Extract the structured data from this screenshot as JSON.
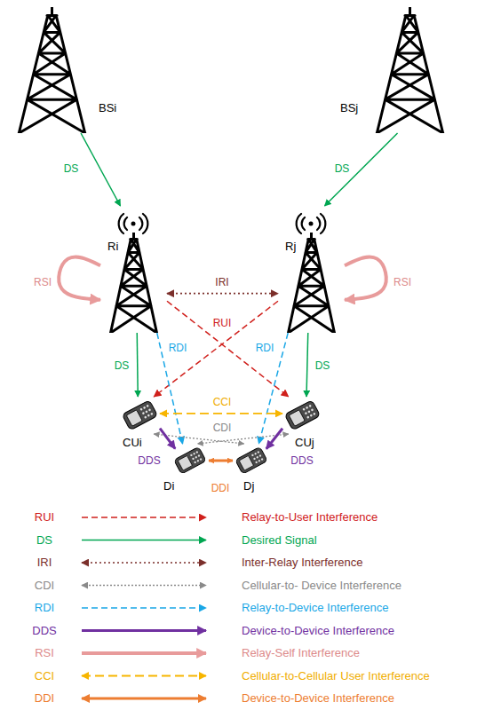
{
  "diagram": {
    "nodes": [
      {
        "text": [
          "BSi"
        ]
      },
      {
        "text": [
          "BSj"
        ]
      },
      {
        "text": [
          "Ri"
        ]
      },
      {
        "text": [
          "Rj"
        ]
      },
      {
        "text": [
          "CUi"
        ]
      },
      {
        "text": [
          "CUj"
        ]
      },
      {
        "text": [
          "Di"
        ]
      },
      {
        "text": [
          "Dj"
        ]
      }
    ],
    "edges": [
      {
        "from": 0,
        "to": 2,
        "label": "DS",
        "arrow": "to"
      },
      {
        "from": 1,
        "to": 3,
        "label": "DS",
        "arrow": "to"
      },
      {
        "from": 2,
        "to": 3,
        "label": "IRI",
        "arrow": "both"
      },
      {
        "from": 2,
        "to": 4,
        "label": "DS",
        "arrow": "to"
      },
      {
        "from": 3,
        "to": 5,
        "label": "DS",
        "arrow": "to"
      },
      {
        "from": 2,
        "to": 5,
        "label": "RUI",
        "arrow": "to"
      },
      {
        "from": 3,
        "to": 4,
        "arrow": "to"
      },
      {
        "from": 2,
        "to": 6,
        "label": "RDI",
        "arrow": "to"
      },
      {
        "from": 3,
        "to": 7,
        "label": "RDI",
        "arrow": "to"
      },
      {
        "from": 2,
        "to": 2,
        "label": "RSI",
        "arrow": "to"
      },
      {
        "from": 3,
        "to": 3,
        "label": "RSI",
        "arrow": "to"
      },
      {
        "from": 4,
        "to": 5,
        "label": "CCI",
        "arrow": "both"
      },
      {
        "from": 4,
        "to": 7,
        "label": "CDI",
        "arrow": "both"
      },
      {
        "from": 5,
        "to": 6,
        "arrow": "both"
      },
      {
        "from": 4,
        "to": 6,
        "label": "DDS",
        "arrow": "to"
      },
      {
        "from": 5,
        "to": 7,
        "label": "DDS",
        "arrow": "to"
      },
      {
        "from": 6,
        "to": 7,
        "label": "DDI",
        "arrow": "both"
      }
    ],
    "labels": [
      "RUI",
      "DS",
      "IRI",
      "CDI",
      "RDI",
      "DDS",
      "RSI",
      "CCI",
      "DDI"
    ],
    "legend": [
      {
        "text": "Relay-to-User Interference"
      },
      {
        "text": "Desired Signal"
      },
      {
        "text": "Inter-Relay Interference"
      },
      {
        "text": "Cellular-to- Device Interference"
      },
      {
        "text": "Relay-to-Device Interference"
      },
      {
        "text": "Device-to-Device Interference"
      },
      {
        "text": "Relay-Self Interference"
      },
      {
        "text": "Cellular-to-Cellular User Interference"
      },
      {
        "text": "Device-to-Device Interference"
      }
    ]
  }
}
